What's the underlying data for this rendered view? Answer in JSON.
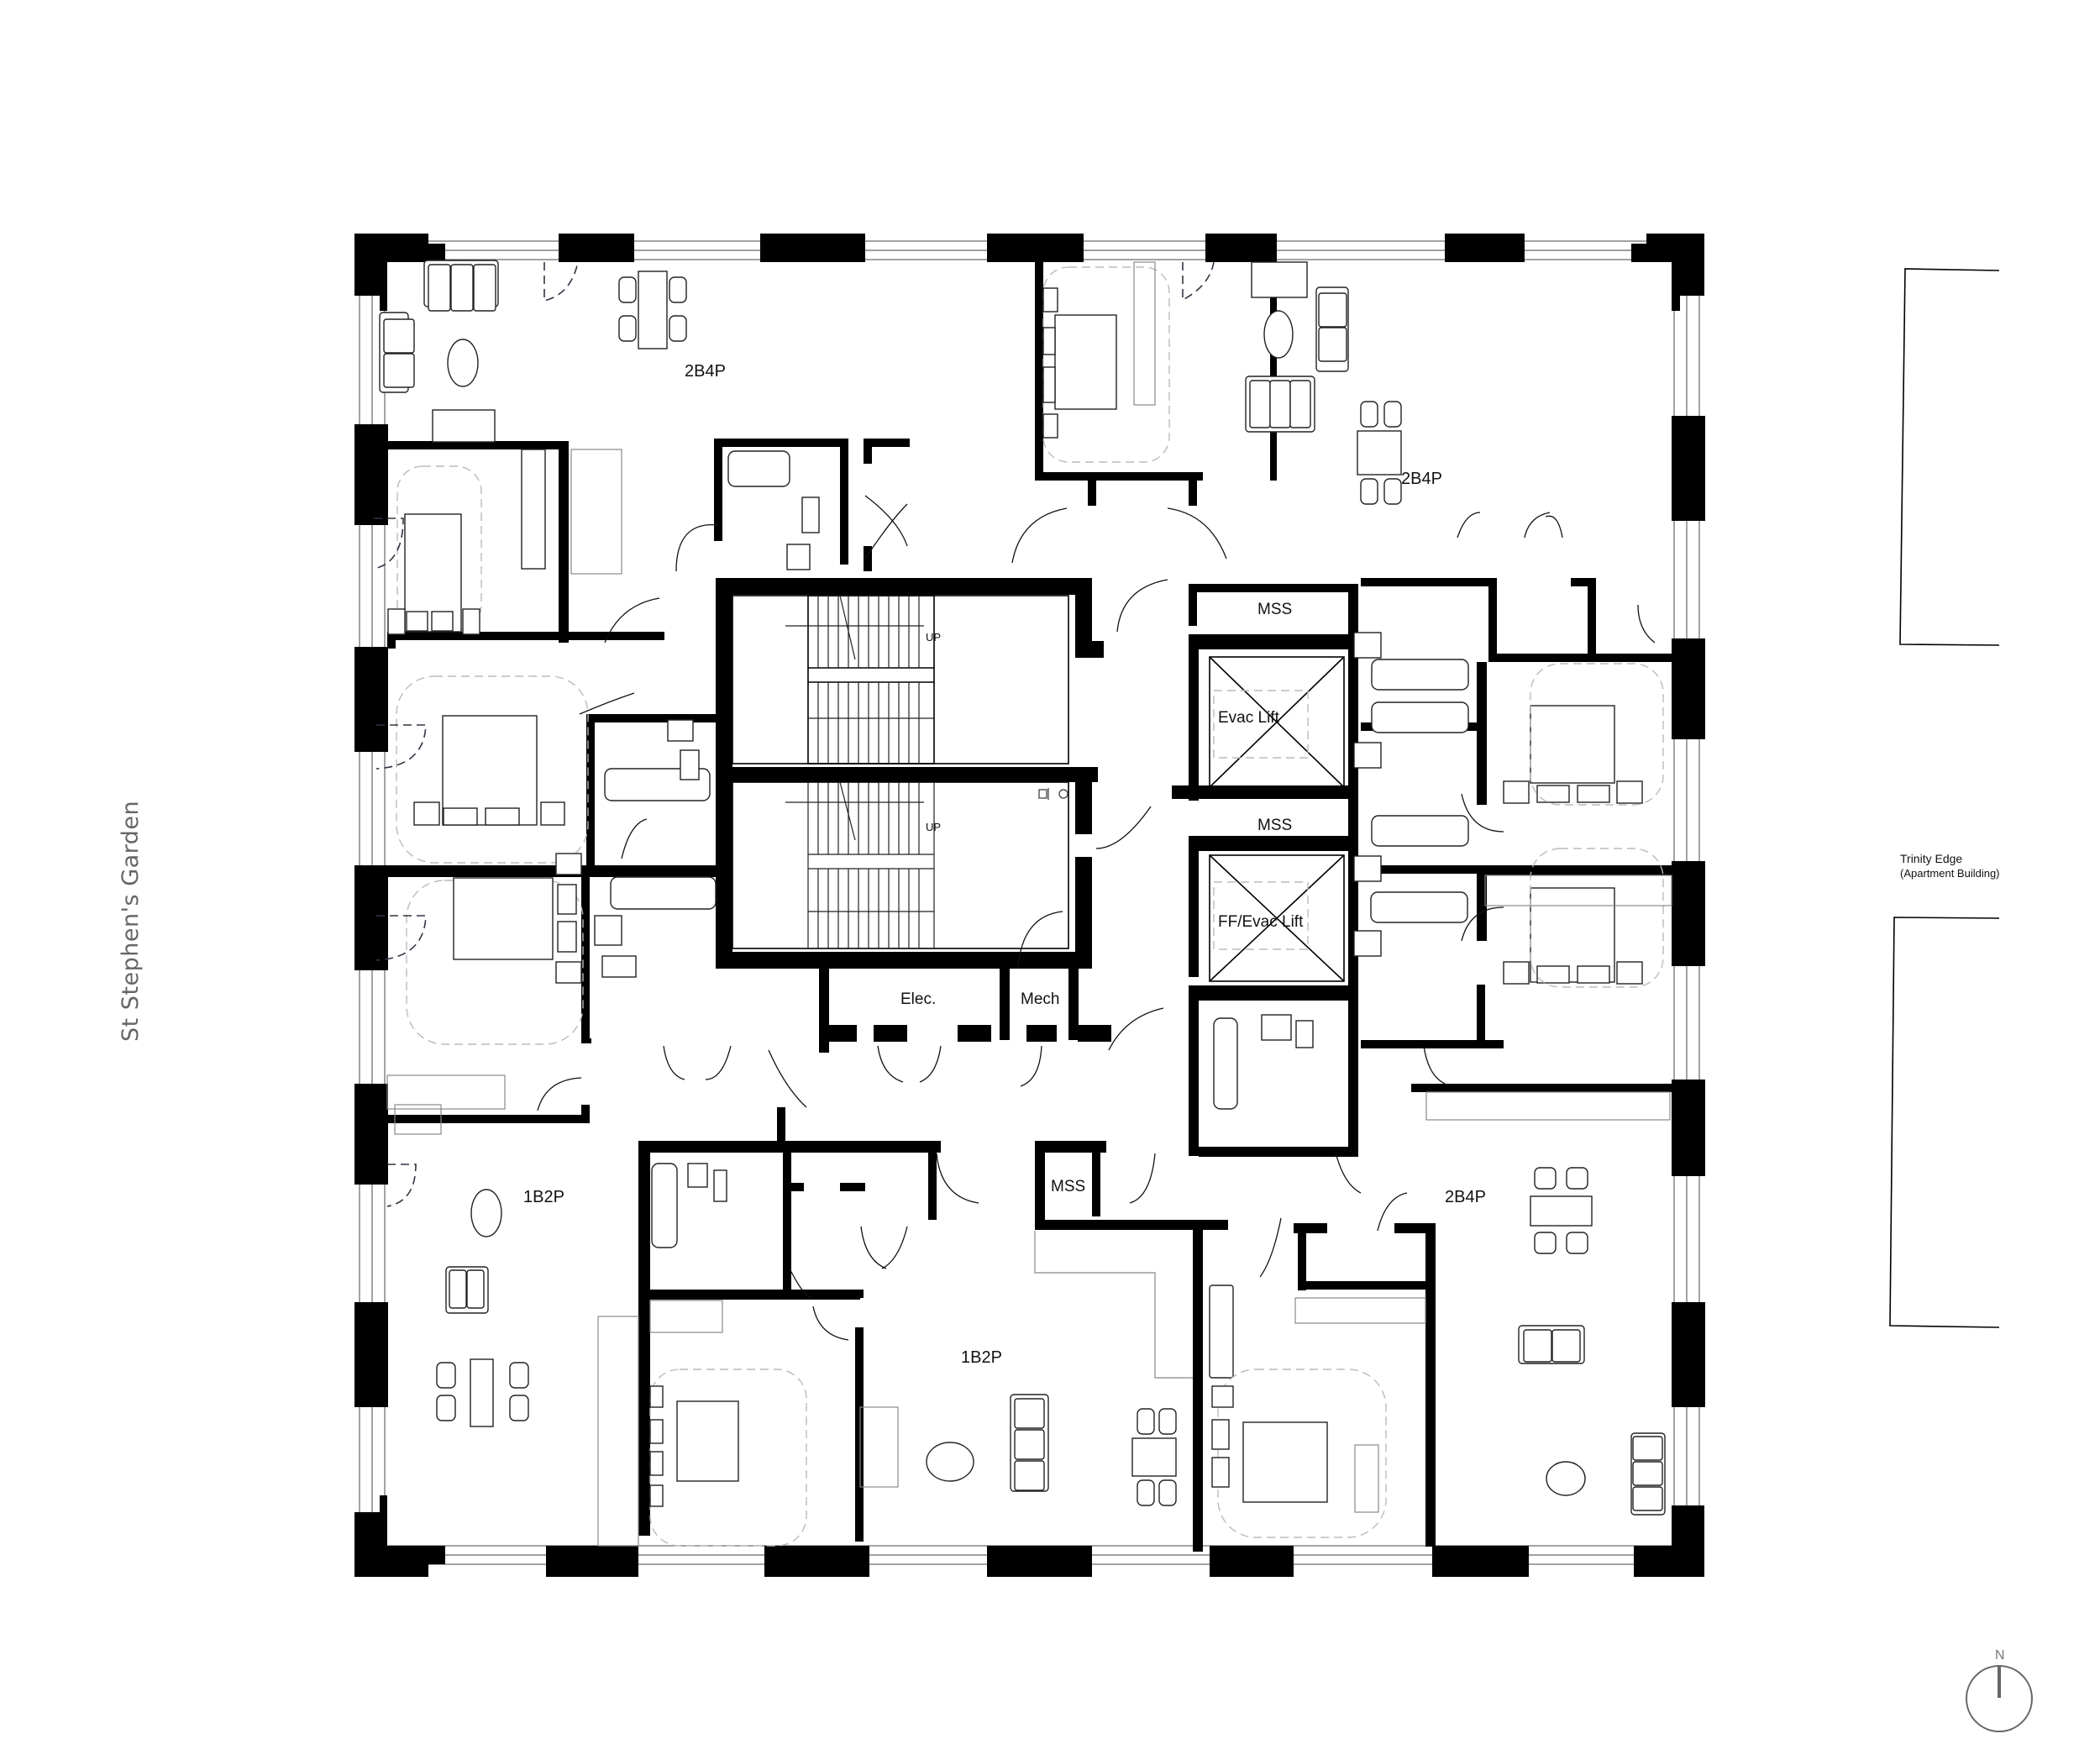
{
  "drawing": {
    "type": "architectural floor plan",
    "north_arrow_label": "N",
    "context_labels": {
      "west": "St Stephen's Garden",
      "east_line1": "Trinity Edge",
      "east_line2": "(Apartment Building)"
    },
    "colors": {
      "walls": "#000000",
      "background": "#ffffff",
      "context_text": "#666666",
      "outline": "#222222"
    }
  },
  "units": [
    {
      "id": "nw",
      "label": "2B4P"
    },
    {
      "id": "ne",
      "label": "2B4P"
    },
    {
      "id": "sw",
      "label": "1B2P"
    },
    {
      "id": "s",
      "label": "1B2P"
    },
    {
      "id": "se",
      "label": "2B4P"
    }
  ],
  "core": {
    "stair_1_label": "UP",
    "stair_2_label": "UP",
    "mss_1": "MSS",
    "lift_1": "Evac Lift",
    "mss_2": "MSS",
    "lift_2": "FF/Evac Lift",
    "elec": "Elec.",
    "mech": "Mech",
    "mss_3": "MSS"
  },
  "icons": {
    "north_arrow": "north-arrow-icon",
    "fire_hose": "fire-hose-reel-icon"
  }
}
